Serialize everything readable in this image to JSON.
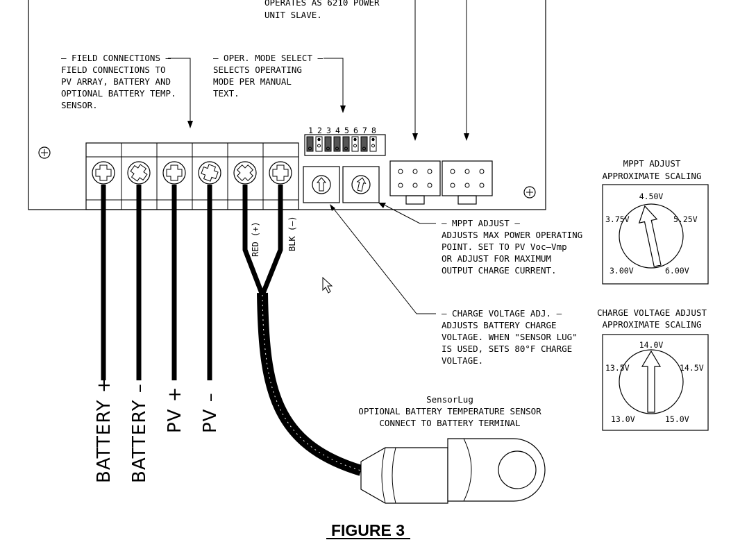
{
  "top_note": [
    "OPERATES AS 6210 POWER",
    "UNIT SLAVE."
  ],
  "field_connections": {
    "title": "– FIELD CONNECTIONS –",
    "lines": [
      "FIELD CONNECTIONS TO",
      "PV ARRAY, BATTERY AND",
      "OPTIONAL BATTERY TEMP.",
      "SENSOR."
    ]
  },
  "oper_mode": {
    "title": "– OPER. MODE SELECT –",
    "lines": [
      "SELECTS OPERATING",
      "MODE PER MANUAL",
      "TEXT."
    ]
  },
  "dip_labels": [
    "1",
    "2",
    "3",
    "4",
    "5",
    "6",
    "7",
    "8"
  ],
  "mppt_note": {
    "title": "– MPPT ADJUST –",
    "lines": [
      "ADJUSTS MAX POWER OPERATING",
      "POINT. SET TO PV Voc–Vmp",
      "OR ADJUST FOR MAXIMUM",
      "OUTPUT CHARGE CURRENT."
    ]
  },
  "charge_note": {
    "title": "– CHARGE VOLTAGE ADJ. –",
    "lines": [
      "ADJUSTS BATTERY CHARGE",
      "VOLTAGE. WHEN \"SENSOR LUG\"",
      "IS USED, SETS 80°F CHARGE",
      "VOLTAGE."
    ]
  },
  "wire_labels": {
    "red": "RED (+)",
    "blk": "BLK (–)"
  },
  "terminal_labels": [
    "BATTERY +",
    "BATTERY –",
    "PV +",
    "PV –"
  ],
  "sensorlug": {
    "name": "SensorLug",
    "lines": [
      "OPTIONAL BATTERY TEMPERATURE SENSOR",
      "CONNECT TO BATTERY TERMINAL"
    ]
  },
  "mppt_scale": {
    "title": [
      "MPPT ADJUST",
      "APPROXIMATE SCALING"
    ],
    "labels": {
      "top": "4.50V",
      "left": "3.75V",
      "right": "5.25V",
      "bottom_left": "3.00V",
      "bottom_right": "6.00V"
    }
  },
  "charge_scale": {
    "title": [
      "CHARGE VOLTAGE ADJUST",
      "APPROXIMATE SCALING"
    ],
    "labels": {
      "top": "14.0V",
      "left": "13.5V",
      "right": "14.5V",
      "bottom_left": "13.0V",
      "bottom_right": "15.0V"
    }
  },
  "figure_title": "FIGURE 3"
}
